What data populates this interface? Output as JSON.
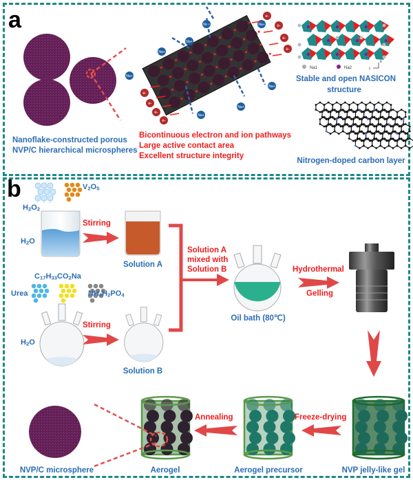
{
  "panel_a": {
    "label": "a",
    "microspheres_caption": [
      "Nanoflake-constructed porous",
      "NVP/C hierarchical microspheres"
    ],
    "pathway_features": [
      "Bicontinuous electron and ion pathways",
      "Large active contact area",
      "Excellent structure integrity"
    ],
    "ion_label": "Na+",
    "electron_label": "e-",
    "nasicon_legend": {
      "na1": "Na1",
      "na2": "Na2",
      "axis_b": "b",
      "axis_c": "c"
    },
    "nasicon_caption": [
      "Stable and open NASICON",
      "structure"
    ],
    "carbon_caption": "Nitrogen-doped carbon layer"
  },
  "panel_b": {
    "label": "b",
    "reagents_a": {
      "h2o2": "H2O2",
      "v2o5": "V2O5",
      "h2o": "H2O"
    },
    "reagents_b": {
      "urea": "Urea",
      "oleate": "C17H33CO2Na",
      "phosphate": "NH4H2PO4",
      "h2o": "H2O"
    },
    "steps": {
      "stirring_1": "Stirring",
      "stirring_2": "Stirring",
      "mix": [
        "Solution A",
        "mixed with",
        "Solution B"
      ],
      "hydrothermal": "Hydrothermal",
      "gelling": "Gelling",
      "freeze_drying": "Freeze-drying",
      "annealing": "Annealing"
    },
    "captions": {
      "solution_a": "Solution A",
      "solution_b": "Solution B",
      "oil_bath": "Oil bath (80℃)",
      "jelly_gel": "NVP jelly-like gel",
      "aerogel_precursor": "Aerogel precursor",
      "aerogel": "Aerogel",
      "microsphere": "NVP/C microsphere"
    },
    "colors": {
      "solution_a": "#c65a2a",
      "oil_bath_liquid": "#2bb08e",
      "arrow": "#e04848",
      "frame": "#1b8a86"
    }
  }
}
